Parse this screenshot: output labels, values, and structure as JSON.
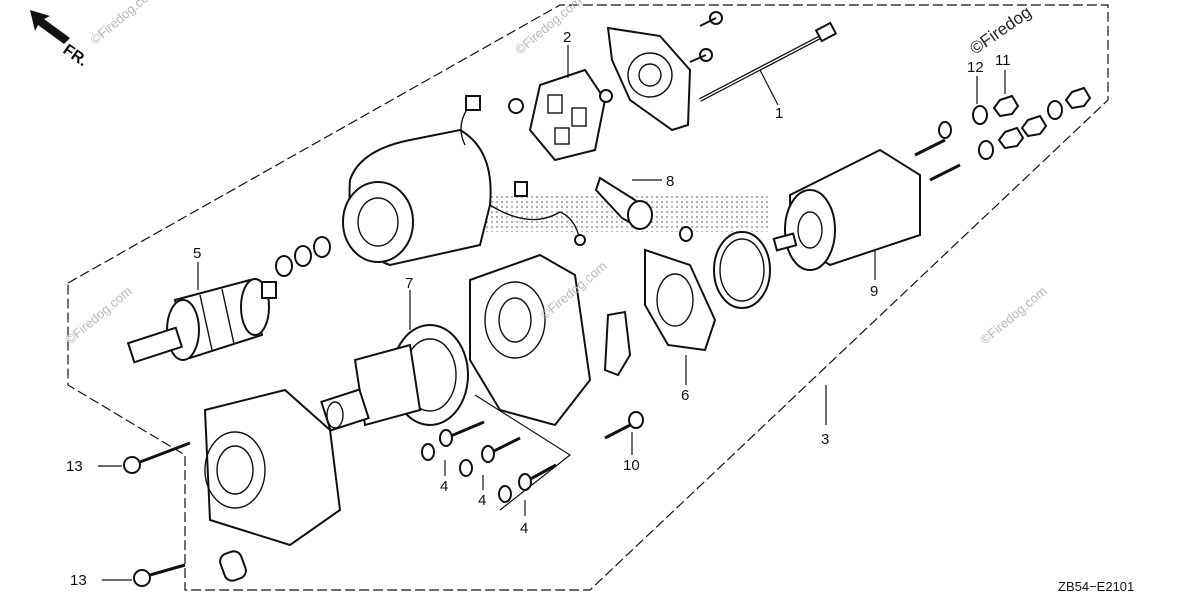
{
  "direction_label": "FR.",
  "diagram_code": "ZB54−E2101",
  "watermark_text": "©Firedog.com",
  "corner_watermark": "©Firedog",
  "callouts": {
    "c1": "1",
    "c2": "2",
    "c3": "3",
    "c4a": "4",
    "c4b": "4",
    "c4c": "4",
    "c5": "5",
    "c6": "6",
    "c7": "7",
    "c8": "8",
    "c9": "9",
    "c10": "10",
    "c11": "11",
    "c12": "12",
    "c13a": "13",
    "c13b": "13"
  },
  "colors": {
    "ink": "#111111",
    "watermark": "#b8b8b8",
    "background": "#ffffff"
  }
}
